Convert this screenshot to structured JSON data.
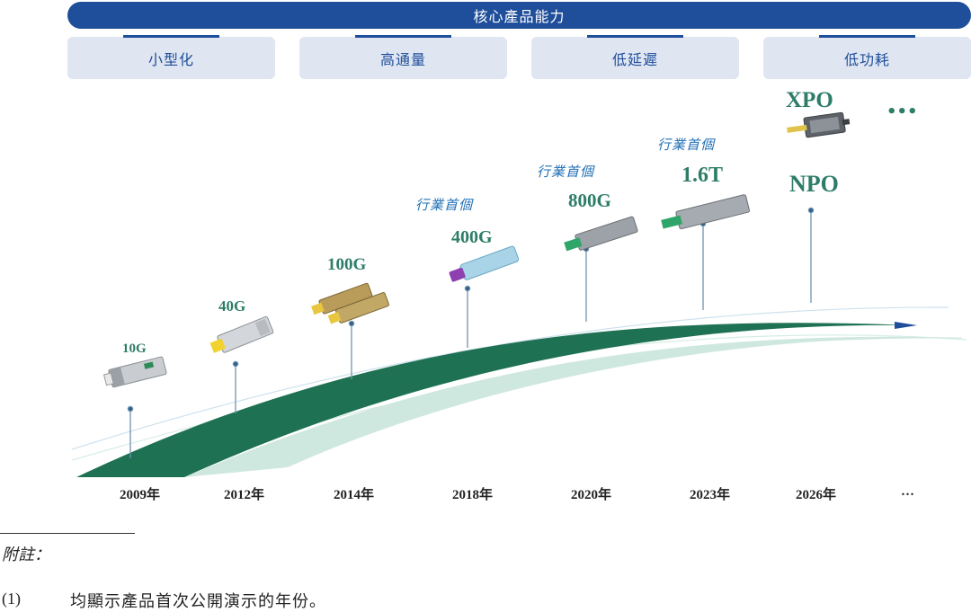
{
  "header": {
    "title": "核心產品能力"
  },
  "capabilities": [
    "小型化",
    "高通量",
    "低延遲",
    "低功耗"
  ],
  "products": [
    {
      "speed": "10G",
      "year": "2009年",
      "first_label": ""
    },
    {
      "speed": "40G",
      "year": "2012年",
      "first_label": ""
    },
    {
      "speed": "100G",
      "year": "2014年",
      "first_label": ""
    },
    {
      "speed": "400G",
      "year": "2018年",
      "first_label": "行業首個"
    },
    {
      "speed": "800G",
      "year": "2020年",
      "first_label": "行業首個"
    },
    {
      "speed": "1.6T",
      "year": "2023年",
      "first_label": "行業首個"
    },
    {
      "speed": "NPO",
      "year": "2026年",
      "first_label": ""
    }
  ],
  "future": {
    "label": "XPO",
    "ellipsis_top": "•••",
    "ellipsis_year": "…"
  },
  "colors": {
    "brand_blue": "#1f4e9a",
    "capability_bg": "#dfe6f2",
    "green": "#2e7d68",
    "dark_green": "#1e7153"
  },
  "footnote": {
    "title": "附註：",
    "items": [
      {
        "num": "(1)",
        "text": "均顯示產品首次公開演示的年份。"
      }
    ]
  }
}
